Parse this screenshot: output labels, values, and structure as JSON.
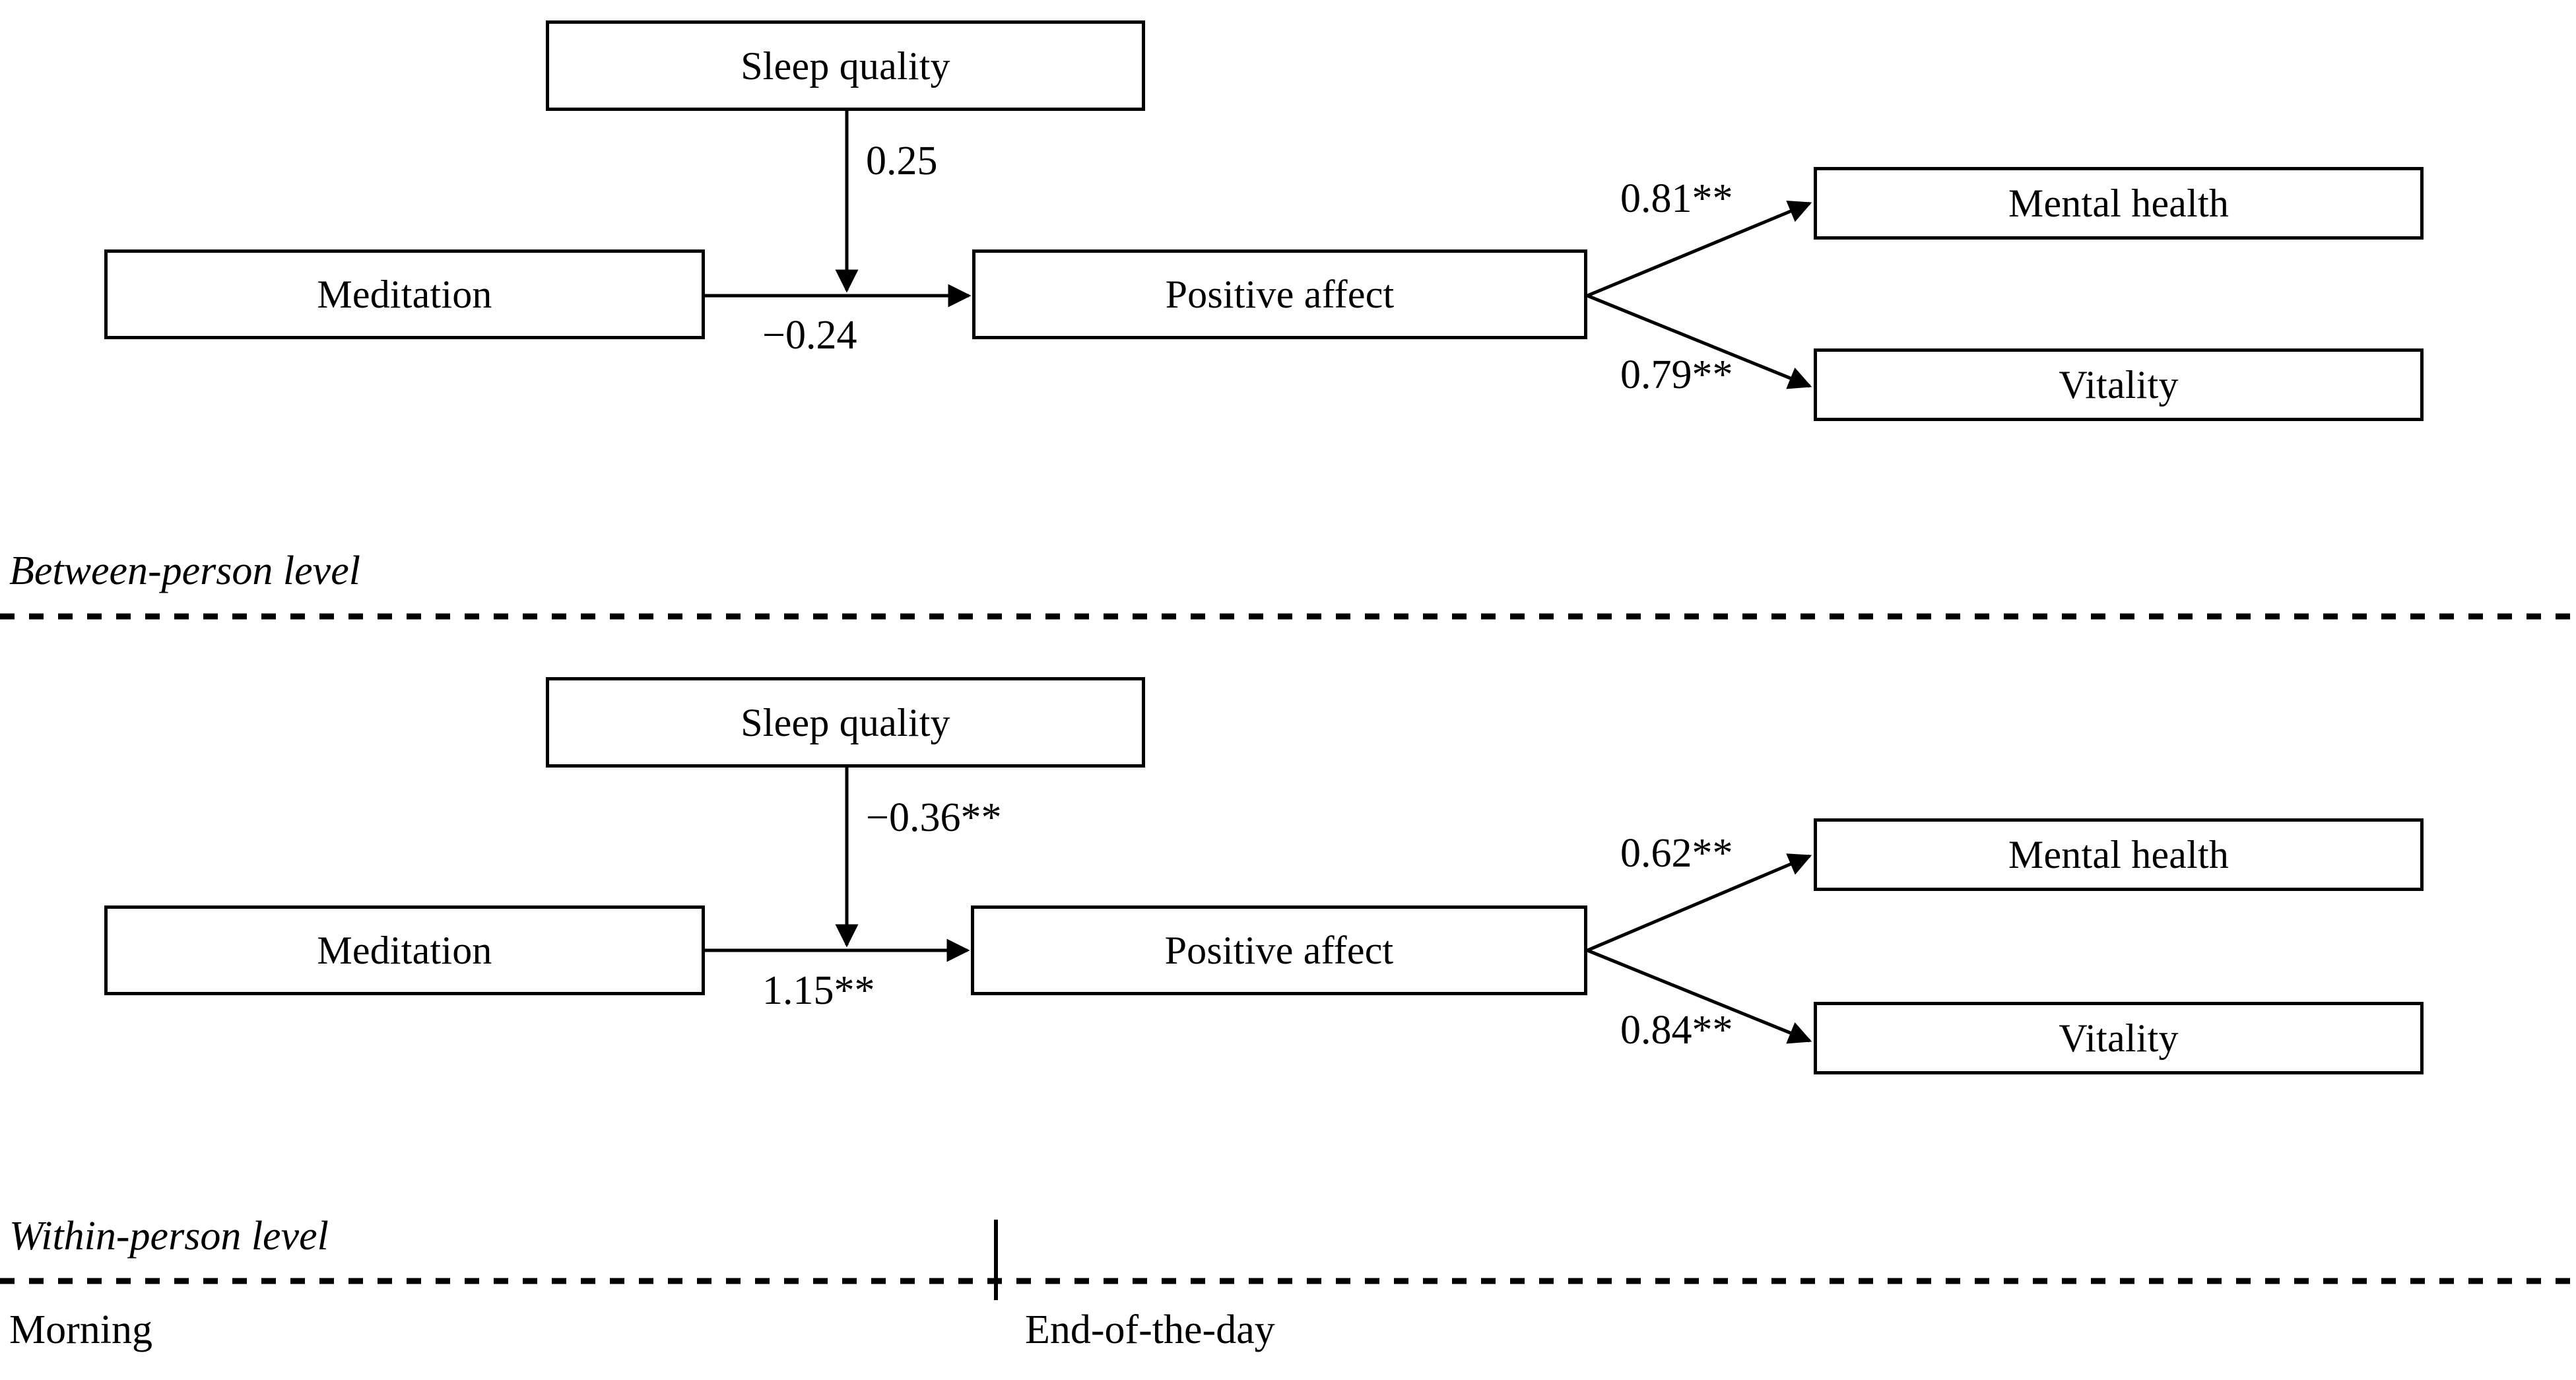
{
  "figure": {
    "type": "multilevel-path-diagram",
    "title": "",
    "levels": [
      {
        "id": "between",
        "caption": "Between-person level",
        "nodes": [
          {
            "id": "sleep_quality",
            "label": "Sleep quality"
          },
          {
            "id": "meditation",
            "label": "Meditation"
          },
          {
            "id": "positive_affect",
            "label": "Positive affect"
          },
          {
            "id": "mental_health",
            "label": "Mental health"
          },
          {
            "id": "vitality",
            "label": "Vitality"
          }
        ],
        "paths": [
          {
            "from": "sleep_quality",
            "to": "meditation_to_affect_path",
            "coefficient": "0.25",
            "significant": false
          },
          {
            "from": "meditation",
            "to": "positive_affect",
            "coefficient": "−0.24",
            "significant": false
          },
          {
            "from": "positive_affect",
            "to": "mental_health",
            "coefficient": "0.81**",
            "significant": true
          },
          {
            "from": "positive_affect",
            "to": "vitality",
            "coefficient": "0.79**",
            "significant": true
          }
        ]
      },
      {
        "id": "within",
        "caption": "Within-person level",
        "nodes": [
          {
            "id": "sleep_quality",
            "label": "Sleep quality"
          },
          {
            "id": "meditation",
            "label": "Meditation"
          },
          {
            "id": "positive_affect",
            "label": "Positive affect"
          },
          {
            "id": "mental_health",
            "label": "Mental health"
          },
          {
            "id": "vitality",
            "label": "Vitality"
          }
        ],
        "paths": [
          {
            "from": "sleep_quality",
            "to": "meditation_to_affect_path",
            "coefficient": "−0.36**",
            "significant": true
          },
          {
            "from": "meditation",
            "to": "positive_affect",
            "coefficient": "1.15**",
            "significant": true
          },
          {
            "from": "positive_affect",
            "to": "mental_health",
            "coefficient": "0.62**",
            "significant": true
          },
          {
            "from": "positive_affect",
            "to": "vitality",
            "coefficient": "0.84**",
            "significant": true
          }
        ]
      }
    ],
    "time_axis": {
      "left_label": "Morning",
      "right_label": "End-of-the-day"
    },
    "colors": {
      "line": "#000000",
      "box_border": "#000000",
      "background": "#ffffff",
      "text": "#000000"
    }
  },
  "top": {
    "sleep_quality": "Sleep quality",
    "meditation": "Meditation",
    "positive_affect": "Positive affect",
    "mental_health": "Mental health",
    "vitality": "Vitality",
    "coef_sleep_to_path": "0.25",
    "coef_meditation_to_affect": "−0.24",
    "coef_affect_to_mental": "0.81**",
    "coef_affect_to_vitality": "0.79**",
    "caption": "Between-person level"
  },
  "bottom": {
    "sleep_quality": "Sleep quality",
    "meditation": "Meditation",
    "positive_affect": "Positive affect",
    "mental_health": "Mental health",
    "vitality": "Vitality",
    "coef_sleep_to_path": "−0.36**",
    "coef_meditation_to_affect": "1.15**",
    "coef_affect_to_mental": "0.62**",
    "coef_affect_to_vitality": "0.84**",
    "caption": "Within-person level"
  },
  "axis": {
    "morning": "Morning",
    "end_of_day": "End-of-the-day"
  }
}
